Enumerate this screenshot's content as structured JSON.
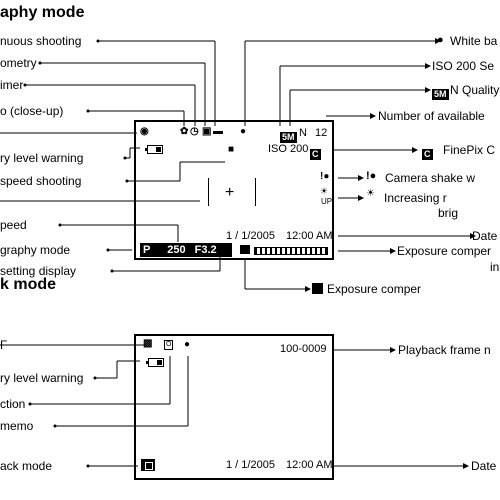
{
  "sections": {
    "shooting_heading": "aphy mode",
    "playback_heading": "k mode"
  },
  "left_labels": {
    "continuous": "nuous shooting",
    "metering": "ometry",
    "timer": "imer",
    "macro": "o (close-up)",
    "battery": "ry level warning",
    "speed_shooting": "speed shooting",
    "shutter_speed": "peed",
    "photography_mode": "graphy mode",
    "setting_display": "setting display",
    "pb_dpof": "F",
    "pb_battery": "ry level warning",
    "pb_protection": "ction",
    "pb_memo": "memo",
    "pb_mode": "ack mode"
  },
  "right_labels": {
    "white_balance": "White ba",
    "iso": "ISO 200 Se",
    "quality": "N Quality",
    "available": "Number of available",
    "finepix": "FinePix C",
    "shake": "Camera shake w",
    "increasing_1": "Increasing r",
    "increasing_2": "brig",
    "date": "Date",
    "exposure_comp_1": "Exposure comper",
    "exposure_comp_2": "in",
    "exposure_comp_b": "Exposure comper",
    "pb_frame": "Playback frame n",
    "pb_date": "Date"
  },
  "screen1": {
    "iso_value": "ISO 200",
    "quality_badge": "5M",
    "quality_letter": "N",
    "frames": "12",
    "date": "1 / 1/2005",
    "time": "12:00 AM",
    "mode_letter": "P",
    "shutter": "250",
    "aperture": "F3.2",
    "up_text": "UP",
    "focus_cross": "+"
  },
  "screen2": {
    "frame_number": "100-0009",
    "date": "1 / 1/2005",
    "time": "12:00 AM"
  },
  "icons": {
    "finepix_badge": "C",
    "iso_right": "ISO 200",
    "quality_badge_right": "5M",
    "up_right": "UP"
  }
}
